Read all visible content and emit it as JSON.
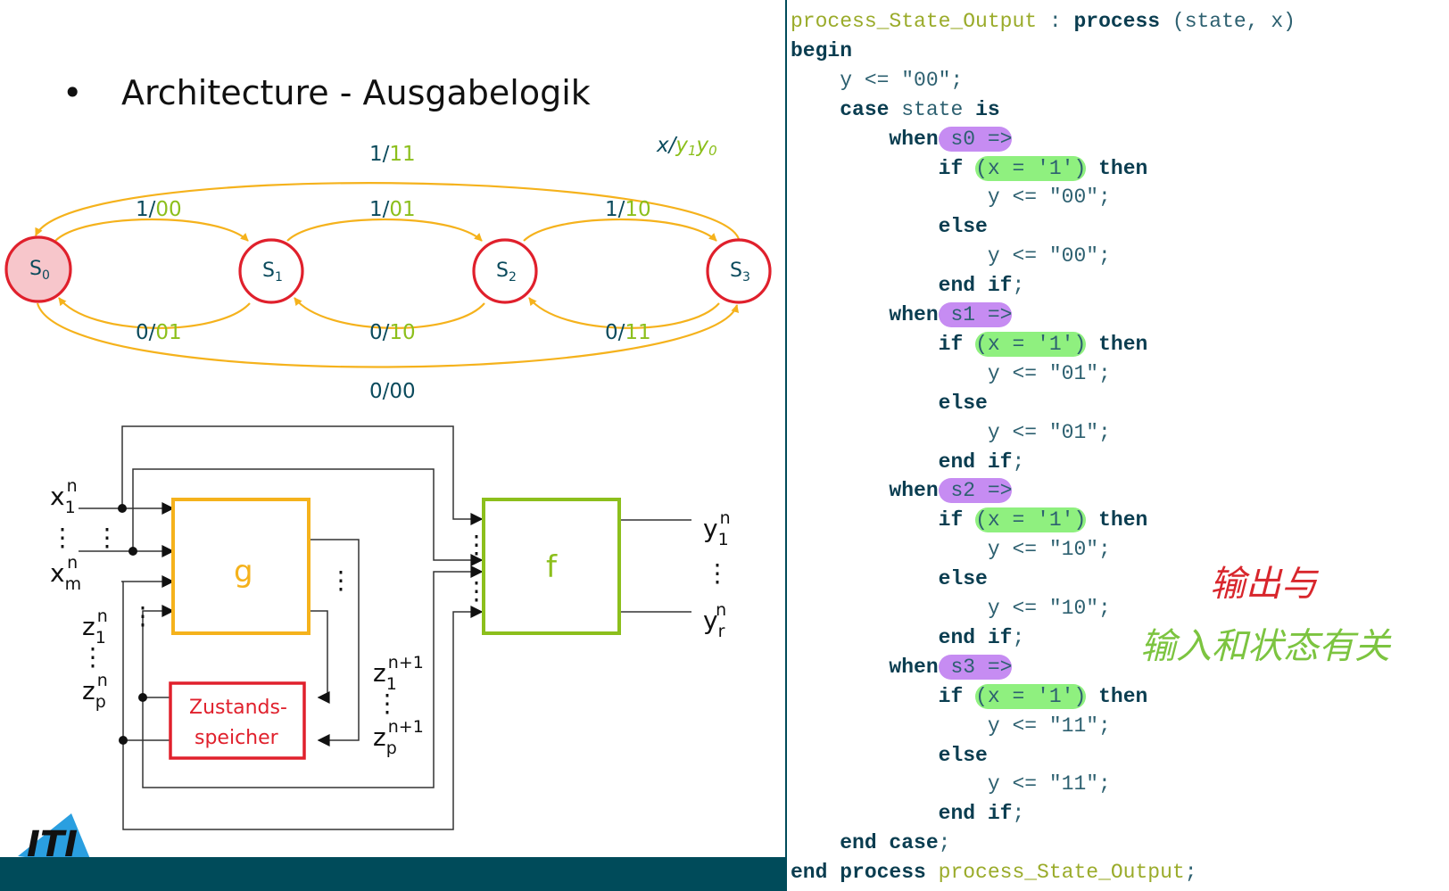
{
  "slide": {
    "bullet": "•",
    "title": "Architecture - Ausgabelogik"
  },
  "fsm": {
    "legend": {
      "x": "x",
      "slash": "/",
      "y1": "y",
      "y1_sub": "1",
      "y0": "y",
      "y0_sub": "0"
    },
    "states": [
      {
        "letter": "S",
        "sub": "0"
      },
      {
        "letter": "S",
        "sub": "1"
      },
      {
        "letter": "S",
        "sub": "2"
      },
      {
        "letter": "S",
        "sub": "3"
      }
    ],
    "transitions": [
      {
        "input": "1",
        "output": "11"
      },
      {
        "input": "1",
        "output": "00"
      },
      {
        "input": "1",
        "output": "01"
      },
      {
        "input": "1",
        "output": "10"
      },
      {
        "input": "0",
        "output": "01"
      },
      {
        "input": "0",
        "output": "10"
      },
      {
        "input": "0",
        "output": "11"
      },
      {
        "input": "0",
        "output": "00"
      }
    ],
    "colors": {
      "arrow": "#f5b21c",
      "state_ring": "#e0202c",
      "s0_fill": "#f7c6cb",
      "input_text": "#0a4a5c",
      "output_text": "#8cbf1c"
    }
  },
  "block_diagram": {
    "g_label": "g",
    "f_label": "f",
    "memory_line1": "Zustands-",
    "memory_line2": "speicher",
    "dots": "⋮",
    "x1": {
      "base": "x",
      "sub": "1",
      "sup": "n"
    },
    "xm": {
      "base": "x",
      "sub": "m",
      "sup": "n"
    },
    "z1": {
      "base": "z",
      "sub": "1",
      "sup": "n"
    },
    "zp": {
      "base": "z",
      "sub": "p",
      "sup": "n"
    },
    "z1_next": {
      "base": "z",
      "sub": "1",
      "sup": "n+1"
    },
    "zp_next": {
      "base": "z",
      "sub": "p",
      "sup": "n+1"
    },
    "y1": {
      "base": "y",
      "sub": "1",
      "sup": "n"
    },
    "yr": {
      "base": "y",
      "sub": "r",
      "sup": "n"
    },
    "colors": {
      "g": "#f5b21c",
      "f": "#8cbf1c",
      "memory": "#e0202c"
    }
  },
  "logo": {
    "text": "ITI",
    "color": "#2a9fe0"
  },
  "code": {
    "lines": [
      [
        {
          "t": "process_State_Output",
          "c": "id"
        },
        {
          "t": " : ",
          "c": "plain"
        },
        {
          "t": "process",
          "c": "kw"
        },
        {
          "t": " (state, x)",
          "c": "plain"
        }
      ],
      [
        {
          "t": "begin",
          "c": "kw"
        }
      ],
      [
        {
          "t": "    y <= \"00\";",
          "c": "plain"
        }
      ],
      [
        {
          "t": "    ",
          "c": "plain"
        },
        {
          "t": "case",
          "c": "kw"
        },
        {
          "t": " state ",
          "c": "plain"
        },
        {
          "t": "is",
          "c": "kw"
        }
      ],
      [
        {
          "t": "        ",
          "c": "plain"
        },
        {
          "t": "when",
          "c": "kw"
        },
        {
          "t": " s0 =>",
          "c": "plain",
          "h": "purple"
        }
      ],
      [
        {
          "t": "            ",
          "c": "plain"
        },
        {
          "t": "if",
          "c": "kw"
        },
        {
          "t": " ",
          "c": "plain"
        },
        {
          "t": "(x = '1')",
          "c": "plain",
          "h": "green"
        },
        {
          "t": " ",
          "c": "plain"
        },
        {
          "t": "then",
          "c": "kw"
        }
      ],
      [
        {
          "t": "                y <= \"00\";",
          "c": "plain"
        }
      ],
      [
        {
          "t": "            ",
          "c": "plain"
        },
        {
          "t": "else",
          "c": "kw"
        }
      ],
      [
        {
          "t": "                y <= \"00\";",
          "c": "plain"
        }
      ],
      [
        {
          "t": "            ",
          "c": "plain"
        },
        {
          "t": "end if",
          "c": "kw"
        },
        {
          "t": ";",
          "c": "plain"
        }
      ],
      [
        {
          "t": "        ",
          "c": "plain"
        },
        {
          "t": "when",
          "c": "kw"
        },
        {
          "t": " s1 =>",
          "c": "plain",
          "h": "purple"
        }
      ],
      [
        {
          "t": "            ",
          "c": "plain"
        },
        {
          "t": "if",
          "c": "kw"
        },
        {
          "t": " ",
          "c": "plain"
        },
        {
          "t": "(x = '1')",
          "c": "plain",
          "h": "green"
        },
        {
          "t": " ",
          "c": "plain"
        },
        {
          "t": "then",
          "c": "kw"
        }
      ],
      [
        {
          "t": "                y <= \"01\";",
          "c": "plain"
        }
      ],
      [
        {
          "t": "            ",
          "c": "plain"
        },
        {
          "t": "else",
          "c": "kw"
        }
      ],
      [
        {
          "t": "                y <= \"01\";",
          "c": "plain"
        }
      ],
      [
        {
          "t": "            ",
          "c": "plain"
        },
        {
          "t": "end if",
          "c": "kw"
        },
        {
          "t": ";",
          "c": "plain"
        }
      ],
      [
        {
          "t": "        ",
          "c": "plain"
        },
        {
          "t": "when",
          "c": "kw"
        },
        {
          "t": " s2 =>",
          "c": "plain",
          "h": "purple"
        }
      ],
      [
        {
          "t": "            ",
          "c": "plain"
        },
        {
          "t": "if",
          "c": "kw"
        },
        {
          "t": " ",
          "c": "plain"
        },
        {
          "t": "(x = '1')",
          "c": "plain",
          "h": "green"
        },
        {
          "t": " ",
          "c": "plain"
        },
        {
          "t": "then",
          "c": "kw"
        }
      ],
      [
        {
          "t": "                y <= \"10\";",
          "c": "plain"
        }
      ],
      [
        {
          "t": "            ",
          "c": "plain"
        },
        {
          "t": "else",
          "c": "kw"
        }
      ],
      [
        {
          "t": "                y <= \"10\";",
          "c": "plain"
        }
      ],
      [
        {
          "t": "            ",
          "c": "plain"
        },
        {
          "t": "end if",
          "c": "kw"
        },
        {
          "t": ";",
          "c": "plain"
        }
      ],
      [
        {
          "t": "        ",
          "c": "plain"
        },
        {
          "t": "when",
          "c": "kw"
        },
        {
          "t": " s3 =>",
          "c": "plain",
          "h": "purple"
        }
      ],
      [
        {
          "t": "            ",
          "c": "plain"
        },
        {
          "t": "if",
          "c": "kw"
        },
        {
          "t": " ",
          "c": "plain"
        },
        {
          "t": "(x = '1')",
          "c": "plain",
          "h": "green"
        },
        {
          "t": " ",
          "c": "plain"
        },
        {
          "t": "then",
          "c": "kw"
        }
      ],
      [
        {
          "t": "                y <= \"11\";",
          "c": "plain"
        }
      ],
      [
        {
          "t": "            ",
          "c": "plain"
        },
        {
          "t": "else",
          "c": "kw"
        }
      ],
      [
        {
          "t": "                y <= \"11\";",
          "c": "plain"
        }
      ],
      [
        {
          "t": "            ",
          "c": "plain"
        },
        {
          "t": "end if",
          "c": "kw"
        },
        {
          "t": ";",
          "c": "plain"
        }
      ],
      [
        {
          "t": "    ",
          "c": "plain"
        },
        {
          "t": "end case",
          "c": "kw"
        },
        {
          "t": ";",
          "c": "plain"
        }
      ],
      [
        {
          "t": "end process",
          "c": "kw"
        },
        {
          "t": " ",
          "c": "plain"
        },
        {
          "t": "process_State_Output",
          "c": "id"
        },
        {
          "t": ";",
          "c": "plain"
        }
      ]
    ],
    "colors": {
      "keyword": "#0a3d50",
      "identifier": "#9aab2a",
      "highlight_case": "#c68cf2",
      "highlight_cond": "#8ff07f"
    }
  },
  "annotation": {
    "line1": "输出与",
    "line2": "输入和状态有关",
    "color_line1": "#d8262c",
    "color_line2": "#7cc440"
  }
}
